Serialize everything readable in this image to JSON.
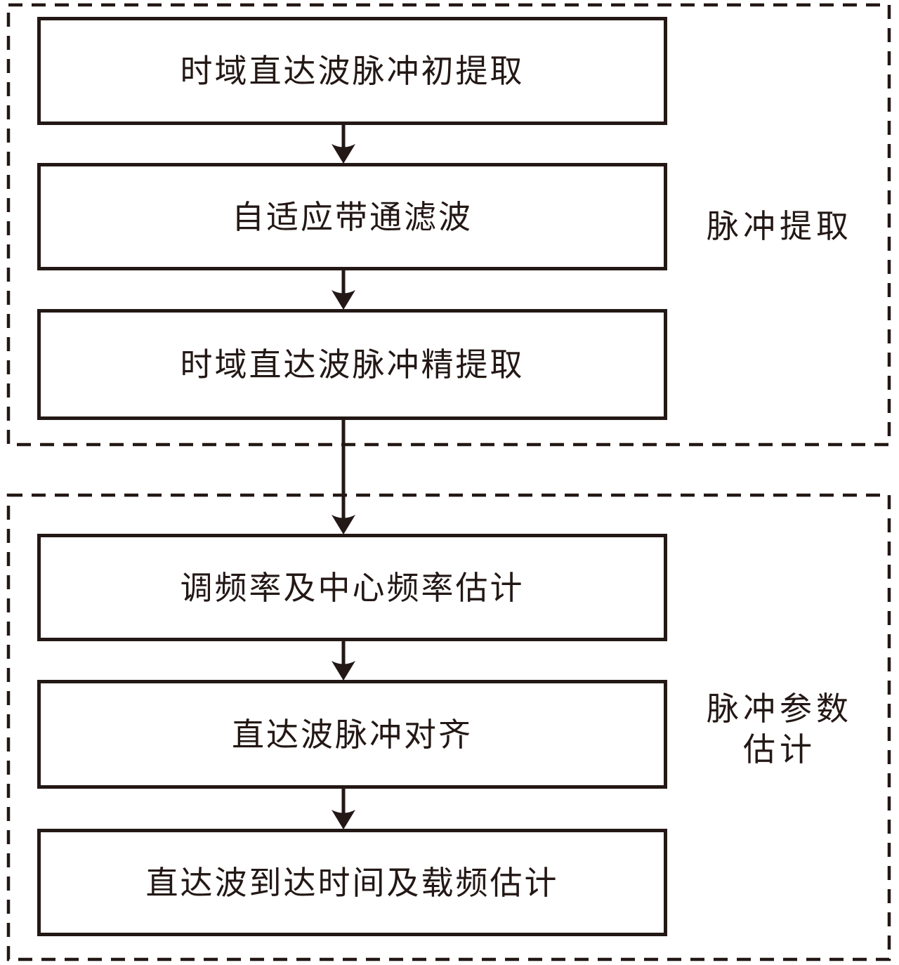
{
  "diagram": {
    "background_color": "#ffffff",
    "line_color": "#231815",
    "groups": [
      {
        "name": "pulse-extraction",
        "label_lines": [
          "脉冲提取"
        ],
        "boxes": [
          "时域直达波脉冲初提取",
          "自适应带通滤波",
          "时域直达波脉冲精提取"
        ]
      },
      {
        "name": "pulse-parameter-estimation",
        "label_lines": [
          "脉冲参数",
          "估计"
        ],
        "boxes": [
          "调频率及中心频率估计",
          "直达波脉冲对齐",
          "直达波到达时间及载频估计"
        ]
      }
    ]
  }
}
